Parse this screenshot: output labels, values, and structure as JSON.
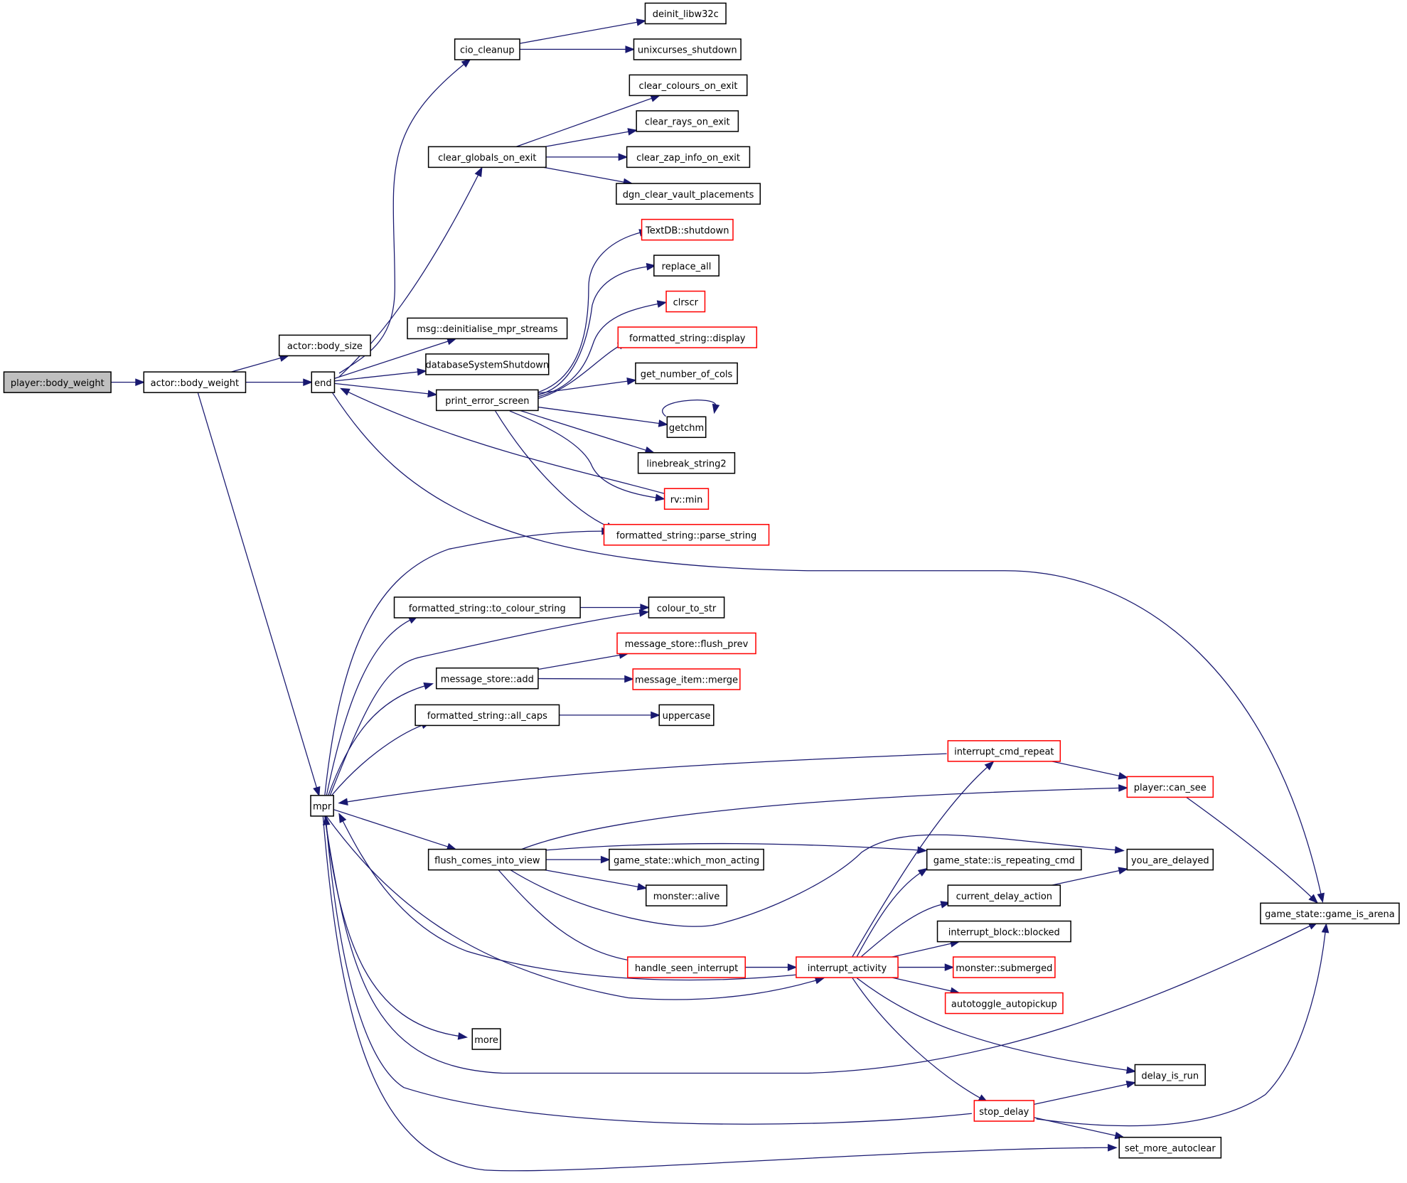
{
  "colors": {
    "edge": "#191970",
    "border_plain": "#000000",
    "border_truncated": "#ff0000",
    "root_fill": "#bfbfbf",
    "node_fill": "#ffffff"
  },
  "nodes": [
    {
      "id": "player_body_weight",
      "label": "player::body_weight",
      "kind": "root"
    },
    {
      "id": "actor_body_weight",
      "label": "actor::body_weight",
      "kind": "plain"
    },
    {
      "id": "actor_body_size",
      "label": "actor::body_size",
      "kind": "plain"
    },
    {
      "id": "end",
      "label": "end",
      "kind": "plain"
    },
    {
      "id": "mpr",
      "label": "mpr",
      "kind": "plain"
    },
    {
      "id": "cio_cleanup",
      "label": "cio_cleanup",
      "kind": "plain"
    },
    {
      "id": "deinit_libw32c",
      "label": "deinit_libw32c",
      "kind": "plain"
    },
    {
      "id": "unixcurses_shutdown",
      "label": "unixcurses_shutdown",
      "kind": "plain"
    },
    {
      "id": "clear_globals_on_exit",
      "label": "clear_globals_on_exit",
      "kind": "plain"
    },
    {
      "id": "clear_colours_on_exit",
      "label": "clear_colours_on_exit",
      "kind": "plain"
    },
    {
      "id": "clear_rays_on_exit",
      "label": "clear_rays_on_exit",
      "kind": "plain"
    },
    {
      "id": "clear_zap_info_on_exit",
      "label": "clear_zap_info_on_exit",
      "kind": "plain"
    },
    {
      "id": "dgn_clear_vault_placements",
      "label": "dgn_clear_vault_placements",
      "kind": "plain"
    },
    {
      "id": "msg_deinitialise",
      "label": "msg::deinitialise_mpr_streams",
      "kind": "plain"
    },
    {
      "id": "databaseSystemShutdown",
      "label": "databaseSystemShutdown",
      "kind": "plain"
    },
    {
      "id": "print_error_screen",
      "label": "print_error_screen",
      "kind": "plain"
    },
    {
      "id": "textdb_shutdown",
      "label": "TextDB::shutdown",
      "kind": "truncated"
    },
    {
      "id": "replace_all",
      "label": "replace_all",
      "kind": "plain"
    },
    {
      "id": "clrscr",
      "label": "clrscr",
      "kind": "truncated"
    },
    {
      "id": "fs_display",
      "label": "formatted_string::display",
      "kind": "truncated"
    },
    {
      "id": "get_number_of_cols",
      "label": "get_number_of_cols",
      "kind": "plain"
    },
    {
      "id": "getchm",
      "label": "getchm",
      "kind": "plain"
    },
    {
      "id": "linebreak_string2",
      "label": "linebreak_string2",
      "kind": "plain"
    },
    {
      "id": "rv_min",
      "label": "rv::min",
      "kind": "truncated"
    },
    {
      "id": "fs_parse_string",
      "label": "formatted_string::parse_string",
      "kind": "truncated"
    },
    {
      "id": "fs_to_colour_string",
      "label": "formatted_string::to_colour_string",
      "kind": "plain"
    },
    {
      "id": "colour_to_str",
      "label": "colour_to_str",
      "kind": "plain"
    },
    {
      "id": "message_store_add",
      "label": "message_store::add",
      "kind": "plain"
    },
    {
      "id": "ms_flush_prev",
      "label": "message_store::flush_prev",
      "kind": "truncated"
    },
    {
      "id": "message_item_merge",
      "label": "message_item::merge",
      "kind": "truncated"
    },
    {
      "id": "fs_all_caps",
      "label": "formatted_string::all_caps",
      "kind": "plain"
    },
    {
      "id": "uppercase",
      "label": "uppercase",
      "kind": "plain"
    },
    {
      "id": "interrupt_cmd_repeat",
      "label": "interrupt_cmd_repeat",
      "kind": "truncated"
    },
    {
      "id": "player_can_see",
      "label": "player::can_see",
      "kind": "truncated"
    },
    {
      "id": "flush_comes_into_view",
      "label": "flush_comes_into_view",
      "kind": "plain"
    },
    {
      "id": "gs_which_mon_acting",
      "label": "game_state::which_mon_acting",
      "kind": "plain"
    },
    {
      "id": "gs_is_repeating_cmd",
      "label": "game_state::is_repeating_cmd",
      "kind": "plain"
    },
    {
      "id": "you_are_delayed",
      "label": "you_are_delayed",
      "kind": "plain"
    },
    {
      "id": "monster_alive",
      "label": "monster::alive",
      "kind": "plain"
    },
    {
      "id": "current_delay_action",
      "label": "current_delay_action",
      "kind": "plain"
    },
    {
      "id": "gs_game_is_arena",
      "label": "game_state::game_is_arena",
      "kind": "plain"
    },
    {
      "id": "interrupt_block_blocked",
      "label": "interrupt_block::blocked",
      "kind": "plain"
    },
    {
      "id": "handle_seen_interrupt",
      "label": "handle_seen_interrupt",
      "kind": "truncated"
    },
    {
      "id": "interrupt_activity",
      "label": "interrupt_activity",
      "kind": "truncated"
    },
    {
      "id": "monster_submerged",
      "label": "monster::submerged",
      "kind": "truncated"
    },
    {
      "id": "autotoggle_autopickup",
      "label": "autotoggle_autopickup",
      "kind": "truncated"
    },
    {
      "id": "more",
      "label": "more",
      "kind": "plain"
    },
    {
      "id": "delay_is_run",
      "label": "delay_is_run",
      "kind": "plain"
    },
    {
      "id": "stop_delay",
      "label": "stop_delay",
      "kind": "truncated"
    },
    {
      "id": "set_more_autoclear",
      "label": "set_more_autoclear",
      "kind": "plain"
    }
  ],
  "edges": [
    [
      "player_body_weight",
      "actor_body_weight"
    ],
    [
      "actor_body_weight",
      "actor_body_size"
    ],
    [
      "actor_body_weight",
      "end"
    ],
    [
      "actor_body_weight",
      "mpr"
    ],
    [
      "end",
      "cio_cleanup"
    ],
    [
      "end",
      "clear_globals_on_exit"
    ],
    [
      "end",
      "msg_deinitialise"
    ],
    [
      "end",
      "databaseSystemShutdown"
    ],
    [
      "end",
      "print_error_screen"
    ],
    [
      "end",
      "gs_game_is_arena"
    ],
    [
      "cio_cleanup",
      "deinit_libw32c"
    ],
    [
      "cio_cleanup",
      "unixcurses_shutdown"
    ],
    [
      "clear_globals_on_exit",
      "clear_colours_on_exit"
    ],
    [
      "clear_globals_on_exit",
      "clear_rays_on_exit"
    ],
    [
      "clear_globals_on_exit",
      "clear_zap_info_on_exit"
    ],
    [
      "clear_globals_on_exit",
      "dgn_clear_vault_placements"
    ],
    [
      "print_error_screen",
      "textdb_shutdown"
    ],
    [
      "print_error_screen",
      "replace_all"
    ],
    [
      "print_error_screen",
      "clrscr"
    ],
    [
      "print_error_screen",
      "fs_display"
    ],
    [
      "print_error_screen",
      "get_number_of_cols"
    ],
    [
      "print_error_screen",
      "getchm"
    ],
    [
      "print_error_screen",
      "linebreak_string2"
    ],
    [
      "print_error_screen",
      "rv_min"
    ],
    [
      "print_error_screen",
      "fs_parse_string"
    ],
    [
      "getchm",
      "getchm"
    ],
    [
      "rv_min",
      "end"
    ],
    [
      "mpr",
      "fs_parse_string"
    ],
    [
      "mpr",
      "fs_to_colour_string"
    ],
    [
      "mpr",
      "colour_to_str"
    ],
    [
      "mpr",
      "message_store_add"
    ],
    [
      "mpr",
      "fs_all_caps"
    ],
    [
      "mpr",
      "flush_comes_into_view"
    ],
    [
      "mpr",
      "interrupt_activity"
    ],
    [
      "mpr",
      "more"
    ],
    [
      "mpr",
      "gs_game_is_arena"
    ],
    [
      "mpr",
      "set_more_autoclear"
    ],
    [
      "fs_to_colour_string",
      "colour_to_str"
    ],
    [
      "message_store_add",
      "ms_flush_prev"
    ],
    [
      "message_store_add",
      "message_item_merge"
    ],
    [
      "fs_all_caps",
      "uppercase"
    ],
    [
      "interrupt_cmd_repeat",
      "mpr"
    ],
    [
      "interrupt_cmd_repeat",
      "player_can_see"
    ],
    [
      "player_can_see",
      "gs_game_is_arena"
    ],
    [
      "flush_comes_into_view",
      "player_can_see"
    ],
    [
      "flush_comes_into_view",
      "gs_which_mon_acting"
    ],
    [
      "flush_comes_into_view",
      "gs_is_repeating_cmd"
    ],
    [
      "flush_comes_into_view",
      "you_are_delayed"
    ],
    [
      "flush_comes_into_view",
      "monster_alive"
    ],
    [
      "flush_comes_into_view",
      "handle_seen_interrupt"
    ],
    [
      "handle_seen_interrupt",
      "interrupt_activity"
    ],
    [
      "interrupt_activity",
      "mpr"
    ],
    [
      "interrupt_activity",
      "interrupt_cmd_repeat"
    ],
    [
      "interrupt_activity",
      "gs_is_repeating_cmd"
    ],
    [
      "interrupt_activity",
      "current_delay_action"
    ],
    [
      "interrupt_activity",
      "interrupt_block_blocked"
    ],
    [
      "interrupt_activity",
      "monster_submerged"
    ],
    [
      "interrupt_activity",
      "autotoggle_autopickup"
    ],
    [
      "interrupt_activity",
      "delay_is_run"
    ],
    [
      "interrupt_activity",
      "stop_delay"
    ],
    [
      "current_delay_action",
      "you_are_delayed"
    ],
    [
      "stop_delay",
      "mpr"
    ],
    [
      "stop_delay",
      "delay_is_run"
    ],
    [
      "stop_delay",
      "set_more_autoclear"
    ],
    [
      "stop_delay",
      "gs_game_is_arena"
    ]
  ]
}
